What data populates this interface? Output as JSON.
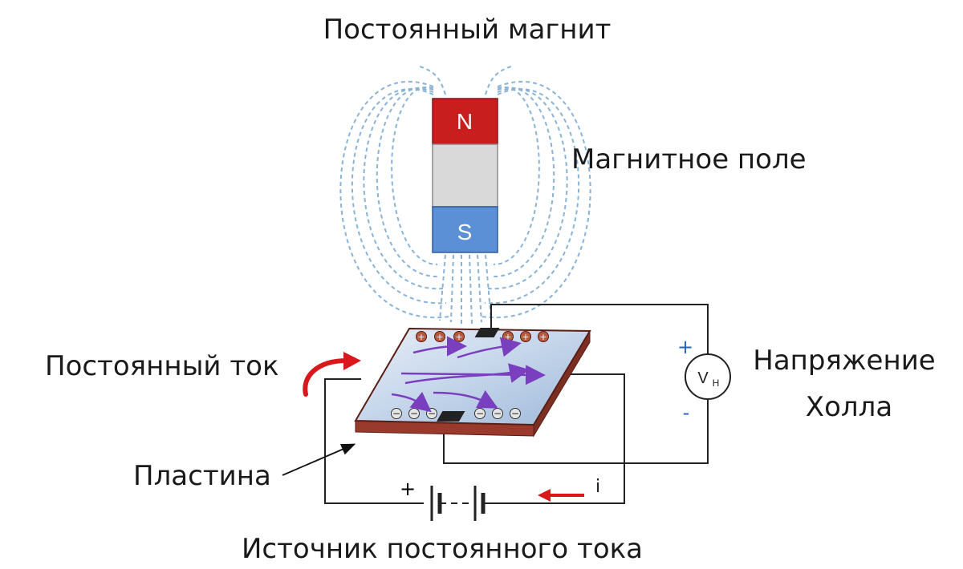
{
  "labels": {
    "title": "Постоянный магнит",
    "field": "Магнитное поле",
    "current": "Постоянный ток",
    "voltage_line1": "Напряжение",
    "voltage_line2": "Холла",
    "plate": "Пластина",
    "source": "Источник постоянного тока"
  },
  "magnet": {
    "north": "N",
    "south": "S"
  },
  "meter": {
    "symbol": "V",
    "subscript": "H",
    "plus": "+",
    "minus": "-"
  },
  "battery": {
    "plus": "+",
    "current": "i"
  },
  "colors": {
    "north": "#c81e1e",
    "south": "#5b8fd6",
    "magnet_middle": "#d9d9d9",
    "field_lines": "#8ab3d6",
    "plate_edge": "#9a3a2c",
    "flow_arrows": "#7a3fbf",
    "current_arrow": "#d9181e"
  }
}
